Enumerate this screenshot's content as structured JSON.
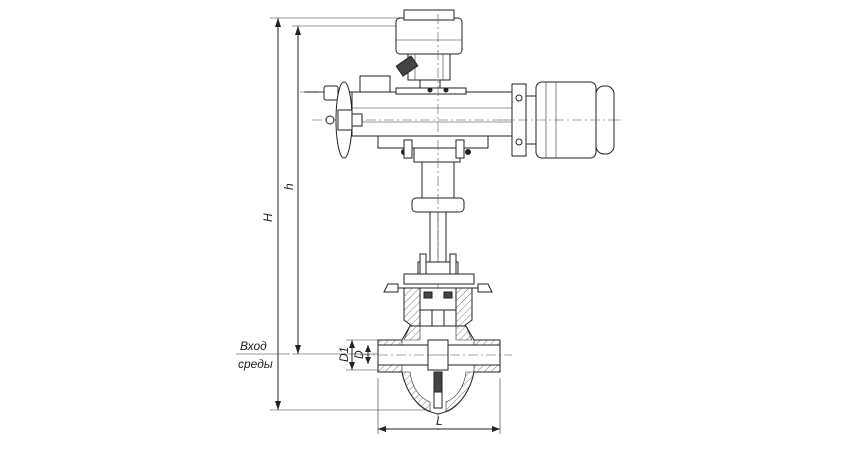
{
  "dimensions": {
    "H": "H",
    "h": "h",
    "D1": "D1",
    "D": "D",
    "L": "L"
  },
  "inlet_label": {
    "line1": "Вход",
    "line2": "среды"
  }
}
